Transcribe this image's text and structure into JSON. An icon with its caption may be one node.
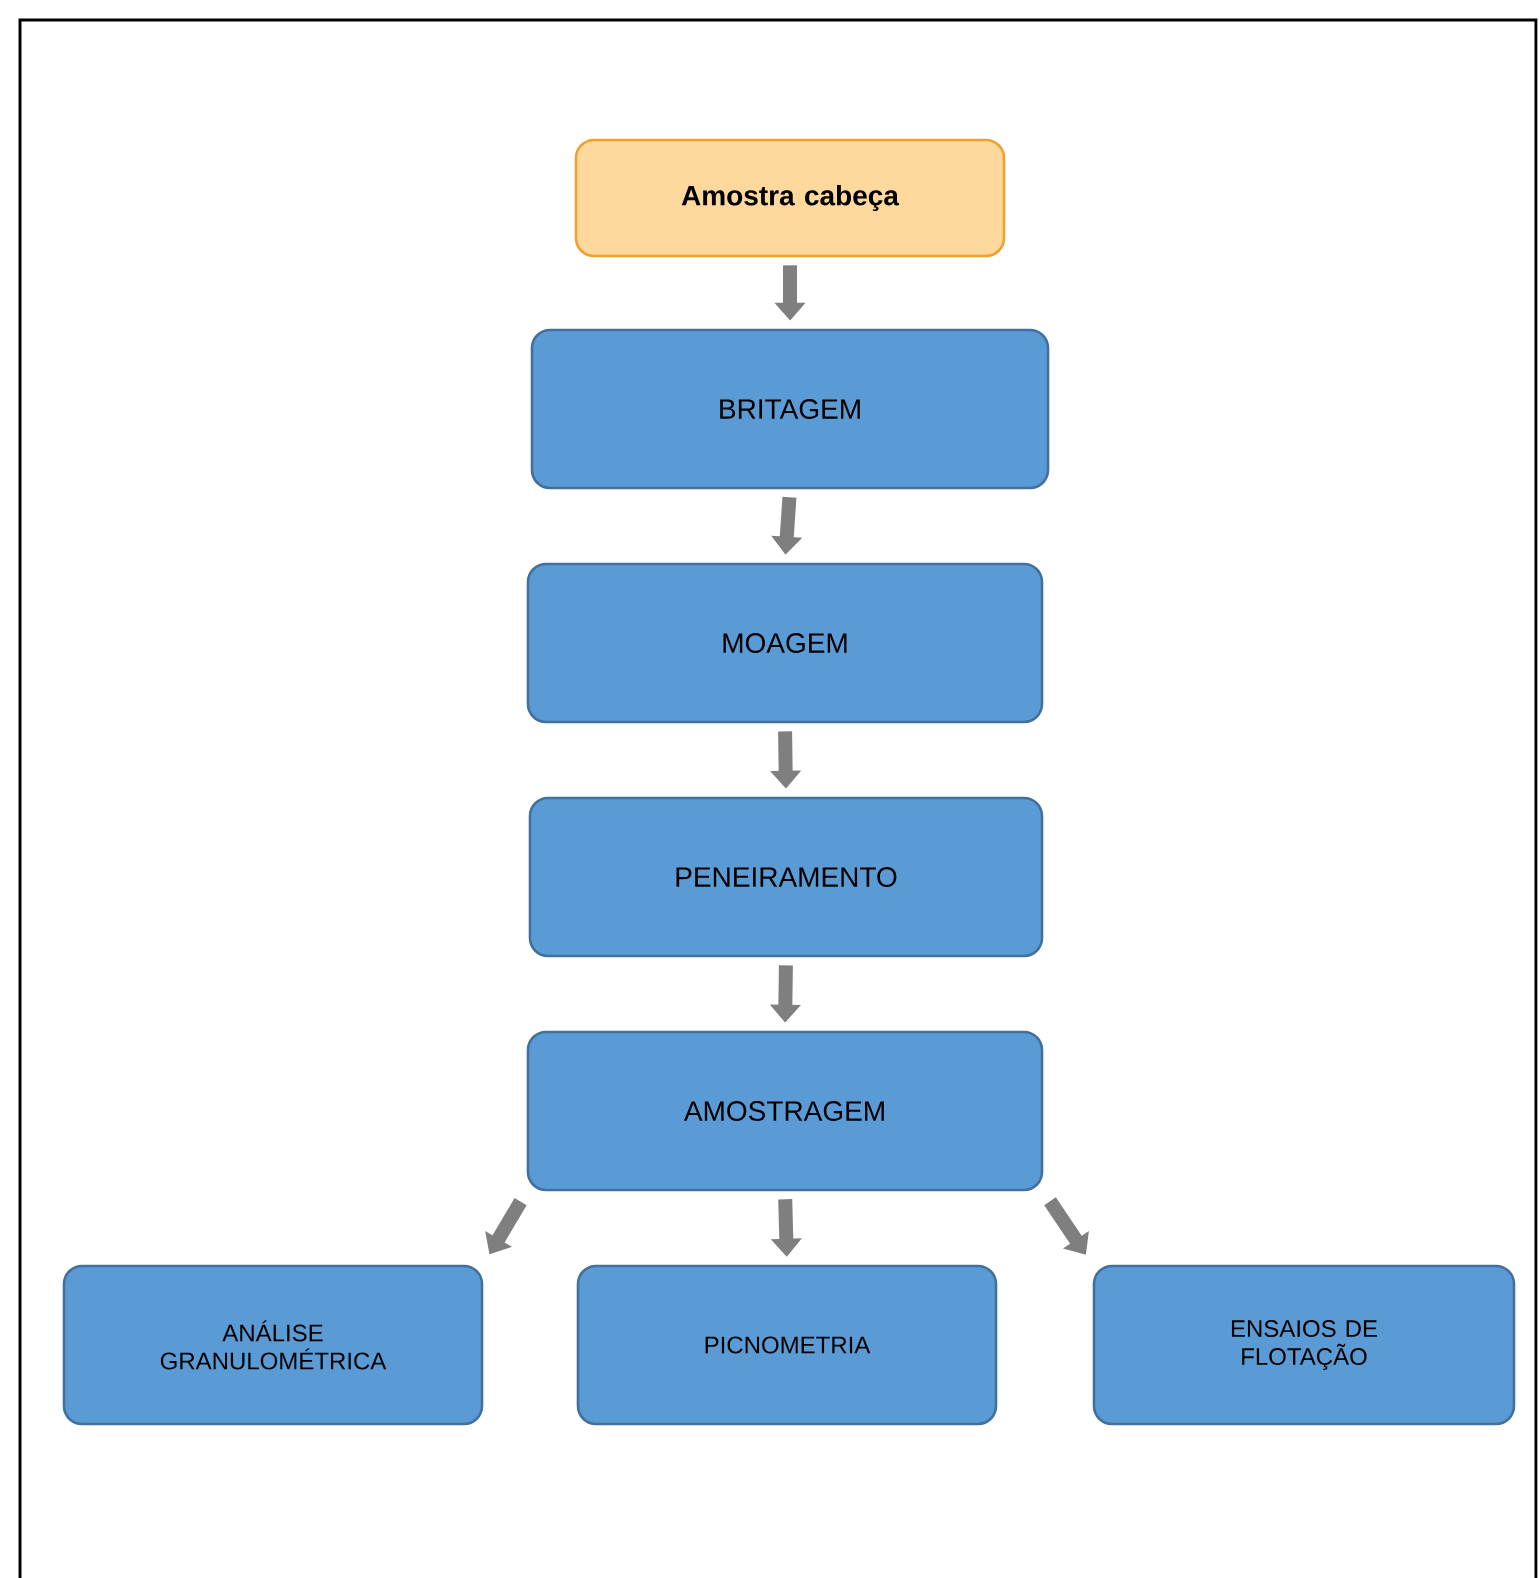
{
  "diagram": {
    "nodes": [
      {
        "text": [
          "Amostra cabeça"
        ]
      },
      {
        "text": [
          "BRITAGEM"
        ]
      },
      {
        "text": [
          "MOAGEM"
        ]
      },
      {
        "text": [
          "PENEIRAMENTO"
        ]
      },
      {
        "text": [
          "AMOSTRAGEM"
        ]
      },
      {
        "text": [
          "ANÁLISE GRANULOMÉTRICA"
        ]
      },
      {
        "text": [
          "PICNOMETRIA"
        ]
      },
      {
        "text": [
          "ENSAIOS DE FLOTAÇÃO"
        ]
      }
    ],
    "edges": [
      {
        "from": 0,
        "to": 1,
        "arrow": "to"
      },
      {
        "from": 1,
        "to": 2,
        "arrow": "to"
      },
      {
        "from": 2,
        "to": 3,
        "arrow": "to"
      },
      {
        "from": 3,
        "to": 4,
        "arrow": "to"
      },
      {
        "from": 4,
        "to": 5,
        "arrow": "to"
      },
      {
        "from": 4,
        "to": 6,
        "arrow": "to"
      },
      {
        "from": 4,
        "to": 7,
        "arrow": "to"
      }
    ]
  }
}
